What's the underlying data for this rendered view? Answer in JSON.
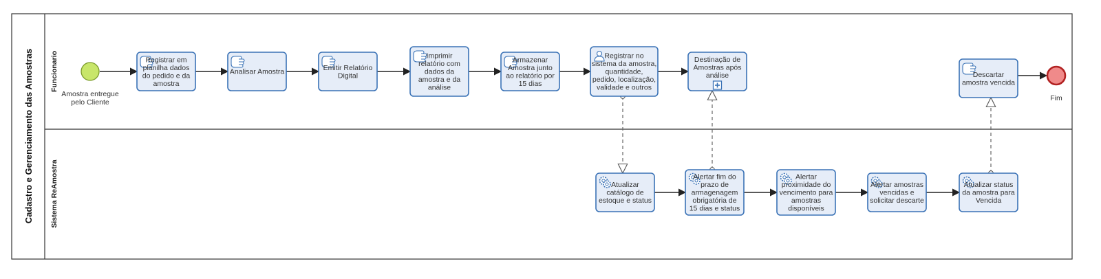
{
  "pool": {
    "title": "Cadastro e Gerenciamento das Amostras",
    "lanes": [
      {
        "id": "lane-funcionario",
        "label": "Funcionario"
      },
      {
        "id": "lane-sistema",
        "label": "Sistema ReAmostra"
      }
    ]
  },
  "events": [
    {
      "id": "start",
      "kind": "start",
      "label_lines": [
        "Amostra entregue",
        "pelo Cliente"
      ],
      "color": "#c8e66a",
      "stroke": "#7a9a2a"
    },
    {
      "id": "end",
      "kind": "end",
      "label_lines": [
        "Fim"
      ],
      "color": "#f08a8a",
      "stroke": "#b22222"
    }
  ],
  "tasks": [
    {
      "id": "t1",
      "icon": "manual-task-icon",
      "lines": [
        "Registrar em",
        "planilha dados",
        "do pedido e da",
        "amostra"
      ]
    },
    {
      "id": "t2",
      "icon": "manual-task-icon",
      "lines": [
        "Analisar Amostra"
      ]
    },
    {
      "id": "t3",
      "icon": "manual-task-icon",
      "lines": [
        "Emitir Relatório",
        "Digital"
      ]
    },
    {
      "id": "t4",
      "icon": "manual-task-icon",
      "lines": [
        "Imprimir",
        "relatório com",
        "dados da",
        "amostra e da",
        "análise"
      ]
    },
    {
      "id": "t5",
      "icon": "manual-task-icon",
      "lines": [
        "Armazenar",
        "Amostra junto",
        "ao relatório por",
        "15 dias"
      ]
    },
    {
      "id": "t6",
      "icon": "user-task-icon",
      "lines": [
        "Registrar no",
        "sistema da amostra,",
        "quantidade,",
        "pedido, localização,",
        "validade e outros"
      ]
    },
    {
      "id": "t7",
      "icon": "subprocess-marker-icon",
      "lines": [
        "Destinação de",
        "Amostras após",
        "análise"
      ]
    },
    {
      "id": "t8",
      "icon": "manual-task-icon",
      "lines": [
        "Descartar",
        "amostra vencida"
      ]
    },
    {
      "id": "s1",
      "icon": "service-task-icon",
      "lines": [
        "Atualizar",
        "catálogo de",
        "estoque e status"
      ]
    },
    {
      "id": "s2",
      "icon": "service-task-icon",
      "lines": [
        "Alertar fim do",
        "prazo de",
        "armagenagem",
        "obrigatória de",
        "15 dias e status"
      ]
    },
    {
      "id": "s3",
      "icon": "service-task-icon",
      "lines": [
        "Alertar",
        "proximidade do",
        "vencimento para",
        "amostras",
        "disponíveis"
      ]
    },
    {
      "id": "s4",
      "icon": "service-task-icon",
      "lines": [
        "Alertar amostras",
        "vencidas e",
        "solicitar descarte"
      ]
    },
    {
      "id": "s5",
      "icon": "service-task-icon",
      "lines": [
        "Atualizar status",
        "da amostra para",
        "Vencida"
      ]
    }
  ],
  "colors": {
    "task_fill": "#e6edf8",
    "task_stroke": "#3a72b6",
    "icon_stroke": "#3a72b6",
    "line": "#222222",
    "border": "#333333"
  }
}
